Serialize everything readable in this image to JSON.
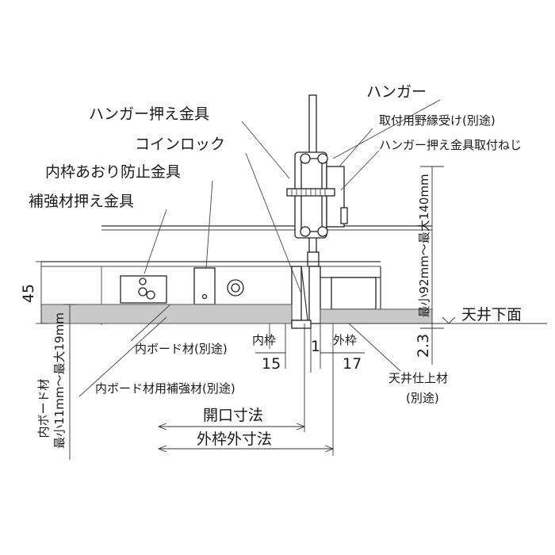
{
  "labels": {
    "hanger_press": "ハンガー押え金具",
    "hanger": "ハンガー",
    "nobuchi": "取付用野縁受け(別途)",
    "hanger_screw": "ハンガー押え金具取付ねじ",
    "coin_lock": "コインロック",
    "inner_tilt": "内枠あおり防止金具",
    "reinforce_press": "補強材押え金具",
    "ceiling_bottom": "天井下面",
    "inner_board": "内ボード材(別途)",
    "inner_frame": "内枠",
    "outer_frame": "外枠",
    "inner_board_reinforce": "内ボード材用補強材(別途)",
    "ceiling_finish_1": "天井仕上材",
    "ceiling_finish_2": "(別途)",
    "opening": "開口寸法",
    "outer_dim": "外枠外寸法",
    "board_thick_1": "内ボード材",
    "board_thick_2": "最小11mm〜最大19mm",
    "range_vertical": "最小92mm〜最大140mm"
  },
  "dims": {
    "d45": "45",
    "d15": "15",
    "d1": "1",
    "d17": "17",
    "d23": "2.3"
  },
  "colors": {
    "line": "#333333",
    "board_fill": "#c9c9c9"
  }
}
